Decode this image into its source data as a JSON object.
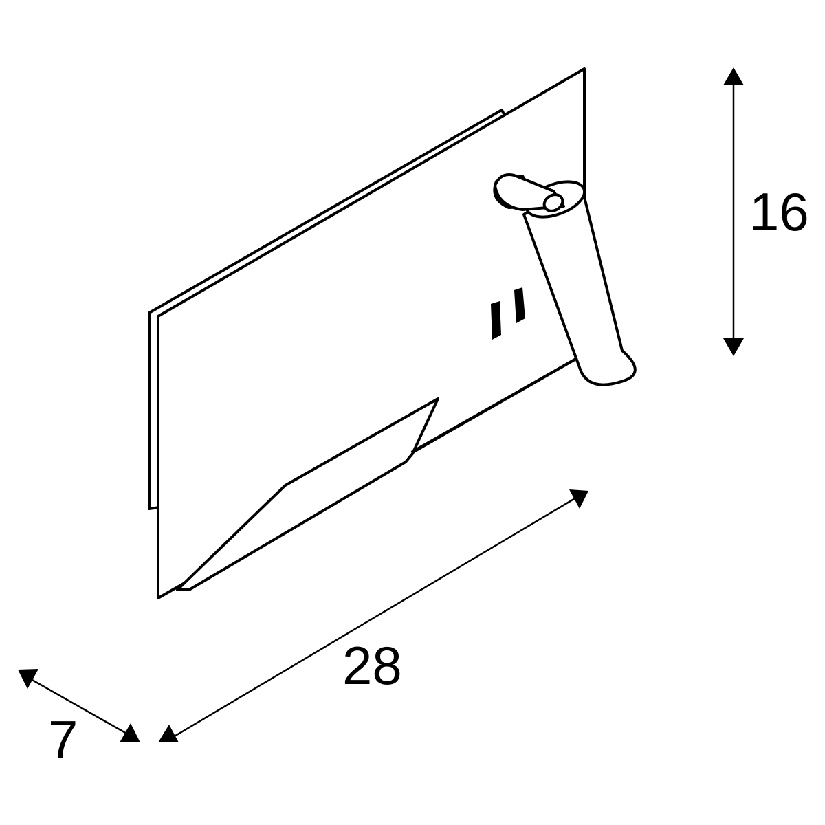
{
  "diagram": {
    "subject": "Wall lamp with reading spot, dual switches and shelf",
    "colors": {
      "line": "#000000",
      "background": "#ffffff"
    },
    "dimensions": {
      "height": {
        "value": "16",
        "label": "16"
      },
      "width": {
        "value": "28",
        "label": "28"
      },
      "depth": {
        "value": "7",
        "label": "7"
      }
    },
    "parts": [
      "wall-plate",
      "back-plate",
      "spot-arm",
      "spot-cylinder",
      "switch-left",
      "switch-right",
      "tray-shelf"
    ]
  }
}
